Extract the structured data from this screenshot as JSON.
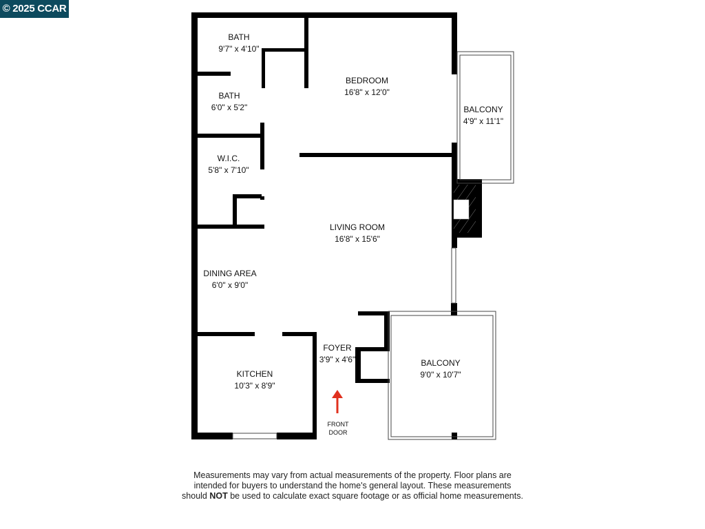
{
  "badge": "© 2025 CCAR",
  "rooms": [
    {
      "name": "BATH",
      "dims": "9'7\" x 4'10\""
    },
    {
      "name": "BATH",
      "dims": "6'0\" x 5'2\""
    },
    {
      "name": "W.I.C.",
      "dims": "5'8\" x 7'10\""
    },
    {
      "name": "BEDROOM",
      "dims": "16'8\" x 12'0\""
    },
    {
      "name": "BALCONY",
      "dims": "4'9\" x 11'1\""
    },
    {
      "name": "LIVING ROOM",
      "dims": "16'8\" x 15'6\""
    },
    {
      "name": "DINING AREA",
      "dims": "6'0\" x 9'0\""
    },
    {
      "name": "KITCHEN",
      "dims": "10'3\" x 8'9\""
    },
    {
      "name": "FOYER",
      "dims": "3'9\" x 4'6\""
    },
    {
      "name": "BALCONY",
      "dims": "9'0\" x 10'7\""
    }
  ],
  "front_door": {
    "line1": "FRONT",
    "line2": "DOOR",
    "arrow_color": "#e0301e"
  },
  "disclaimer": {
    "line1": "Measurements may vary from actual measurements of the property. Floor plans are",
    "line2": "intended for buyers to understand the home's general layout. These measurements",
    "pre": "should ",
    "bold": "NOT",
    "post": " be used to calculate exact square footage or as official home measurements."
  },
  "colors": {
    "badge": "#0d4a5e",
    "wall": "#000000"
  }
}
